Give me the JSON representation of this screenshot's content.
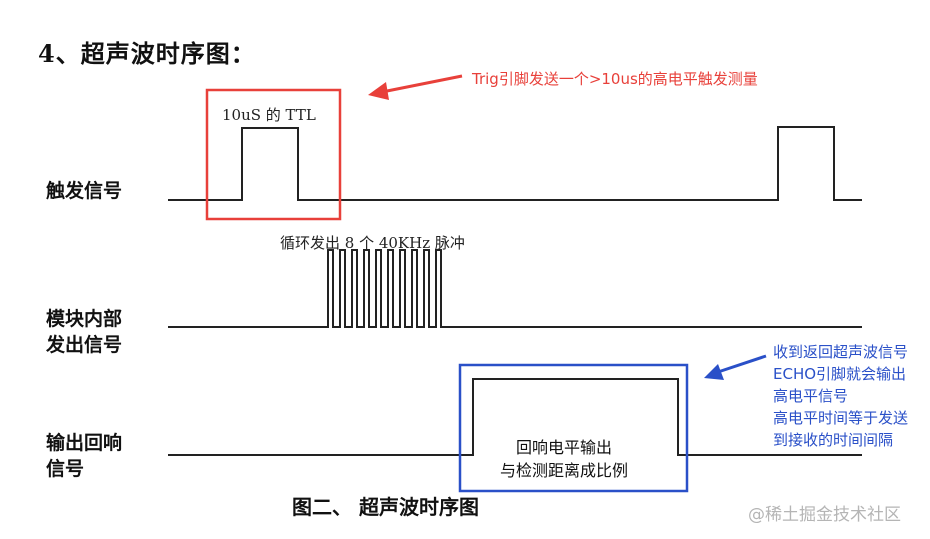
{
  "heading": "4、超声波时序图：",
  "signals": {
    "trigger": "触发信号",
    "module_line1": "模块内部",
    "module_line2": "发出信号",
    "echo_line1": "输出回响",
    "echo_line2": "信号"
  },
  "waveform_text": {
    "pulse": "10uS 的 TTL",
    "burst": "循环发出 8 个 40KHz 脉冲",
    "echo_line1": "回响电平输出",
    "echo_line2": "与检测距离成比例"
  },
  "annotations": {
    "trigger_note": "Trig引脚发送一个>10us的高电平触发测量",
    "echo_note": [
      "收到返回超声波信号",
      "ECHO引脚就会输出",
      "高电平信号",
      "高电平时间等于发送",
      "到接收的时间间隔"
    ]
  },
  "caption": "图二、 超声波时序图",
  "watermark": "@稀土掘金技术社区",
  "colors": {
    "red": "#e8403a",
    "blue": "#2a50c8",
    "line": "#222222"
  }
}
